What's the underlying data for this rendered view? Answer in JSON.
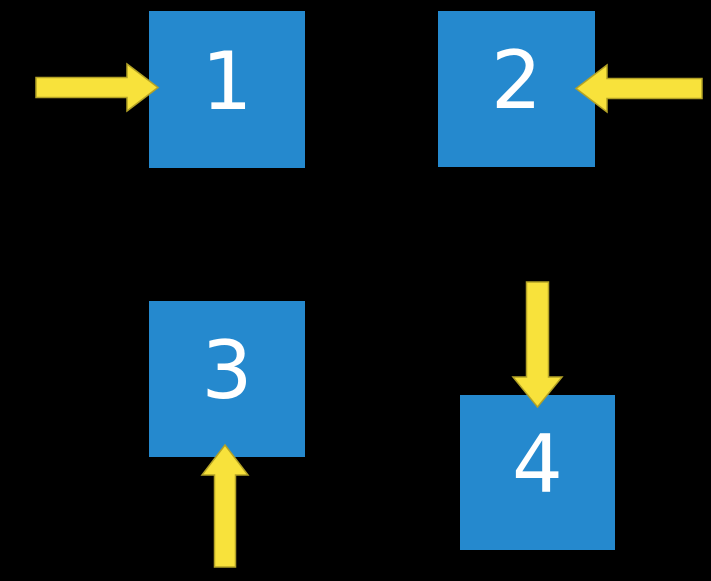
{
  "diagram": {
    "background": "#000000",
    "description": "Four blue squares each indicated by a yellow block arrow",
    "boxes": [
      {
        "label": "1",
        "arrow_direction": "right",
        "arrow_enters_from": "left side"
      },
      {
        "label": "2",
        "arrow_direction": "left",
        "arrow_enters_from": "right side"
      },
      {
        "label": "3",
        "arrow_direction": "up",
        "arrow_enters_from": "bottom side"
      },
      {
        "label": "4",
        "arrow_direction": "down",
        "arrow_enters_from": "top side"
      }
    ]
  },
  "colors": {
    "background": "#000000",
    "box_fill": "#2589CE",
    "box_text": "#FFFFFF",
    "arrow_fill": "#F8E23B",
    "arrow_outline": "#B3A226"
  }
}
